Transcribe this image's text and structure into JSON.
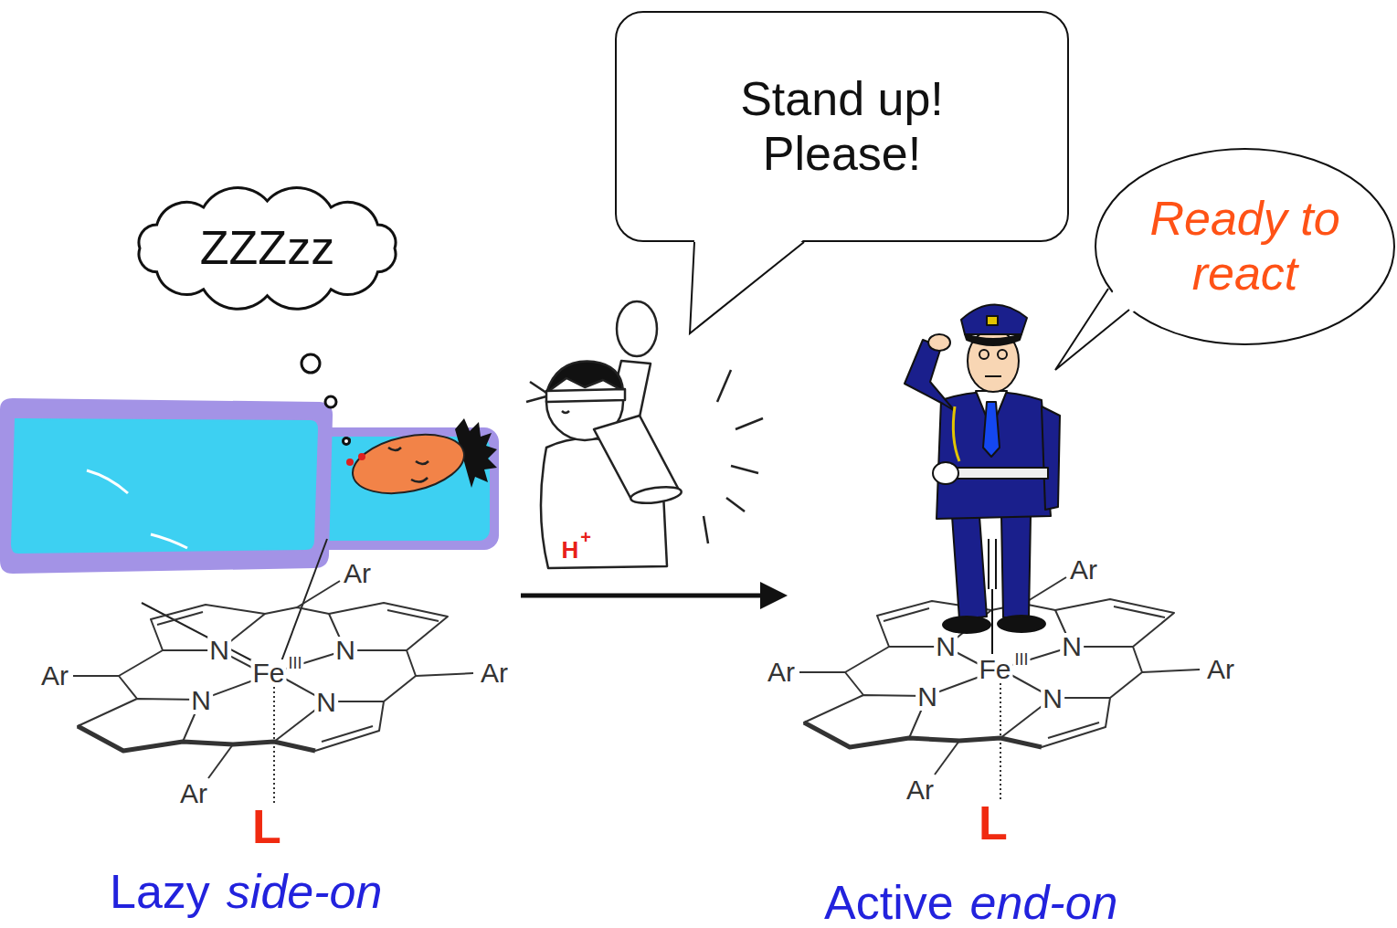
{
  "diagram": {
    "nodes": [
      {
        "text": [
          "ZZZzz"
        ]
      },
      {
        "text": [
          "Stand up! Please!"
        ]
      },
      {
        "text": [
          "Ready to react"
        ]
      }
    ],
    "labels": [
      "Ar",
      "Ar",
      "N",
      "Fe",
      "III",
      "N",
      "Ar",
      "N",
      "N",
      "Ar",
      "L",
      "H",
      "+",
      "Ar",
      "Ar",
      "N",
      "Fe",
      "III",
      "N",
      "Ar",
      "N",
      "N",
      "Ar",
      "L",
      "Lazy",
      "side-on",
      "Active",
      "end-on"
    ]
  }
}
